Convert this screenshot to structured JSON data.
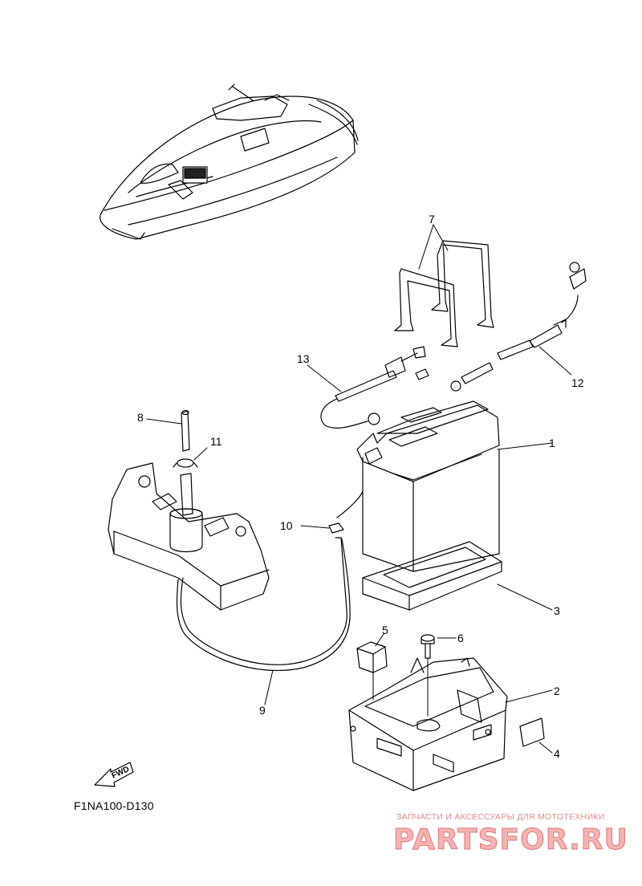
{
  "diagram": {
    "part_labels": [
      {
        "id": "1",
        "text": "1"
      },
      {
        "id": "2",
        "text": "2"
      },
      {
        "id": "3",
        "text": "3"
      },
      {
        "id": "4",
        "text": "4"
      },
      {
        "id": "5",
        "text": "5"
      },
      {
        "id": "6",
        "text": "6"
      },
      {
        "id": "7",
        "text": "7"
      },
      {
        "id": "8",
        "text": "8"
      },
      {
        "id": "9",
        "text": "9"
      },
      {
        "id": "10",
        "text": "10"
      },
      {
        "id": "11",
        "text": "11"
      },
      {
        "id": "12",
        "text": "12"
      },
      {
        "id": "13",
        "text": "13"
      }
    ],
    "fwd_label": "FWD",
    "reference_code": "F1NA100-D130"
  },
  "watermark": {
    "tagline": "ЗАПЧАСТИ И АКСЕССУАРЫ ДЛЯ МОТОТЕХНИКИ",
    "logo_text": "PARTSFOR.RU"
  },
  "colors": {
    "line": "#000000",
    "watermark": "#e07a7a"
  }
}
